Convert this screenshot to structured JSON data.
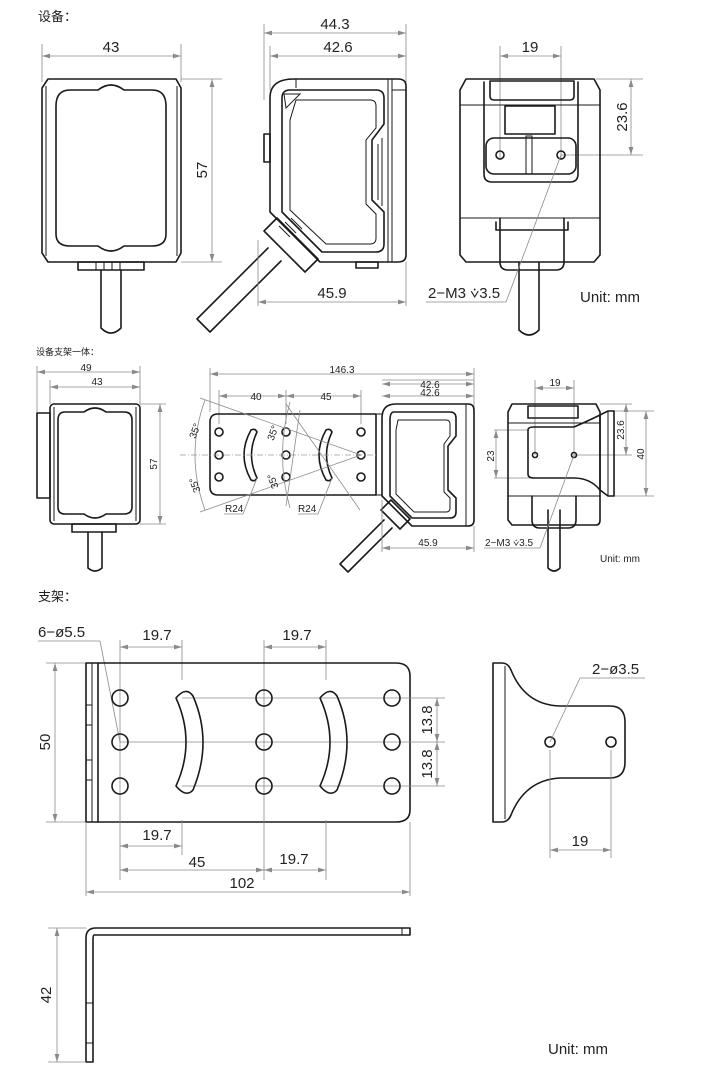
{
  "sections": {
    "device": {
      "title": "设备：",
      "front": {
        "width": "43",
        "height": "57"
      },
      "side": {
        "overall_width": "44.3",
        "body_width": "42.6",
        "depth": "45.9"
      },
      "rear": {
        "hole_spacing": "19",
        "hole_height": "23.6",
        "thread_callout": "2−M3 ⩒3.5"
      },
      "unit": "Unit: mm"
    },
    "assembly": {
      "title": "设备支架一体：",
      "front": {
        "overall_width": "49",
        "body_width": "43",
        "height": "57"
      },
      "bracket": {
        "overall_length": "146.3",
        "slot_offset_1": "40",
        "slot_offset_2": "45",
        "angles": [
          "35°",
          "35°",
          "35°",
          "35°"
        ],
        "radius_1": "R24",
        "radius_2": "R24"
      },
      "side": {
        "width_top": "42.6",
        "width_bottom": "42.6",
        "depth": "45.9"
      },
      "rear": {
        "hole_spacing": "19",
        "hole_height": "23.6",
        "plate_height": "40",
        "hole_offset": "23",
        "thread_callout": "2−M3 ⩒3.5"
      },
      "unit": "Unit: mm"
    },
    "bracket": {
      "title": "支架：",
      "top": {
        "hole_callout": "6−ø5.5",
        "pitch_top_left": "19.7",
        "pitch_top_right": "19.7",
        "height": "50",
        "row_pitch_upper": "13.8",
        "row_pitch_lower": "13.8",
        "pitch_bottom_left": "19.7",
        "span_45": "45",
        "pitch_bottom_right": "19.7",
        "overall_length": "102"
      },
      "end": {
        "hole_callout": "2−ø3.5",
        "hole_spacing": "19"
      },
      "profile": {
        "height": "42"
      },
      "unit": "Unit: mm"
    }
  }
}
